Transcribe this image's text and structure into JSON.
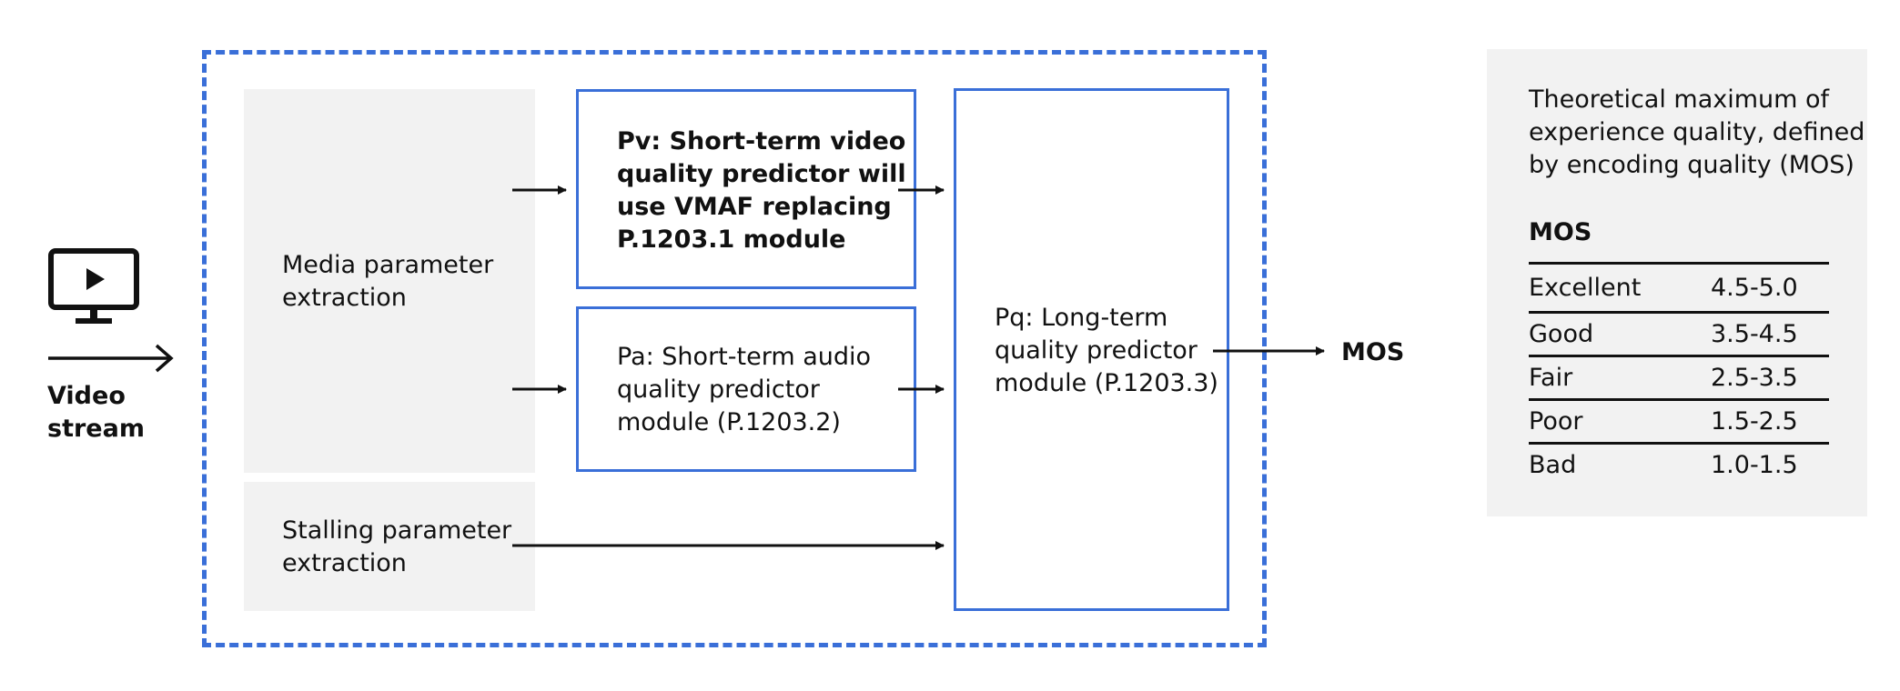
{
  "input": {
    "icon": "video-monitor-icon",
    "label": "Video\nstream"
  },
  "blocks": {
    "media": "Media parameter\nextraction",
    "stalling": "Stalling parameter\nextraction",
    "pv": "Pv: Short-term video\nquality predictor will\nuse VMAF replacing\nP.1203.1 module",
    "pa": "Pa: Short-term audio\nquality predictor\nmodule (P.1203.2)",
    "pq": "Pq: Long-term\nquality predictor\nmodule (P.1203.3)"
  },
  "output": {
    "label": "MOS"
  },
  "legend": {
    "description": "Theoretical maximum of\nexperience quality, defined\nby encoding quality (MOS)",
    "table_title": "MOS",
    "rows": [
      {
        "label": "Excellent",
        "range": "4.5-5.0"
      },
      {
        "label": "Good",
        "range": "3.5-4.5"
      },
      {
        "label": "Fair",
        "range": "2.5-3.5"
      },
      {
        "label": "Poor",
        "range": "1.5-2.5"
      },
      {
        "label": "Bad",
        "range": "1.0-1.5"
      }
    ]
  },
  "colors": {
    "accent_blue": "#3a6fd8",
    "panel_grey": "#f2f2f2",
    "text": "#111111"
  }
}
